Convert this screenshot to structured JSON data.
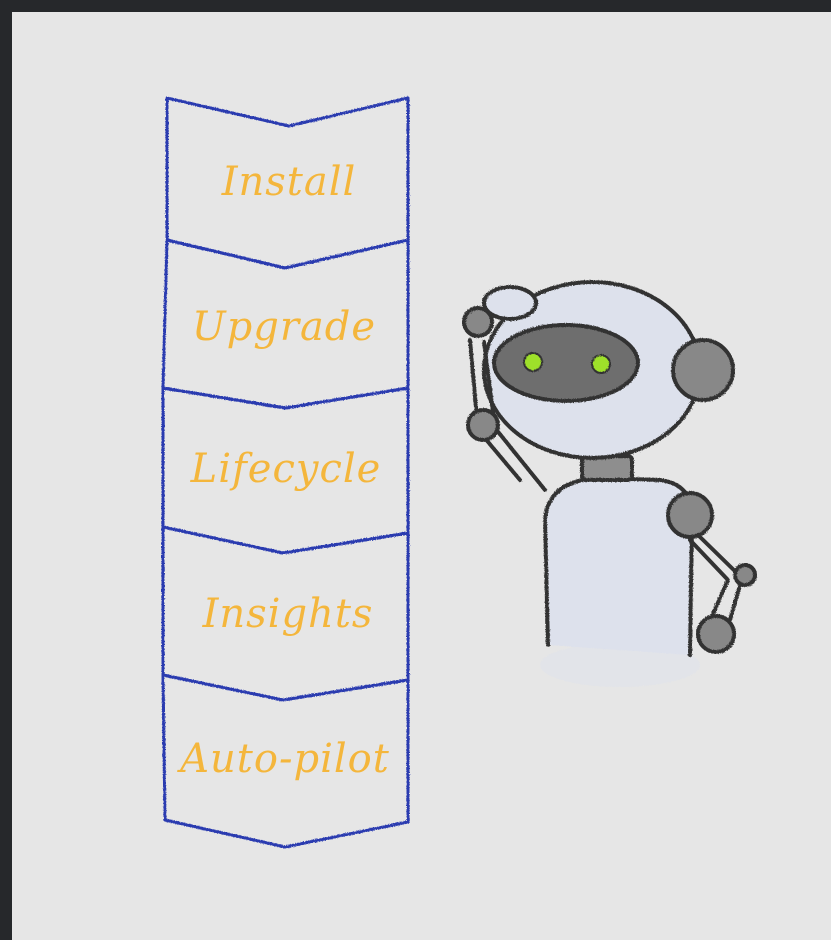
{
  "diagram": {
    "stages": [
      {
        "label": "Install"
      },
      {
        "label": "Upgrade"
      },
      {
        "label": "Lifecycle"
      },
      {
        "label": "Insights"
      },
      {
        "label": "Auto-pilot"
      }
    ],
    "colors": {
      "outline": "#2a3bb0",
      "label": "#f4b63c",
      "robot_body": "#dde1ec",
      "robot_outline": "#333333",
      "robot_eyes": "#9ee02c",
      "background": "#e6e6e6",
      "frame": "#26282b"
    },
    "illustration": {
      "icon": "robot-scratching-head-icon"
    }
  }
}
